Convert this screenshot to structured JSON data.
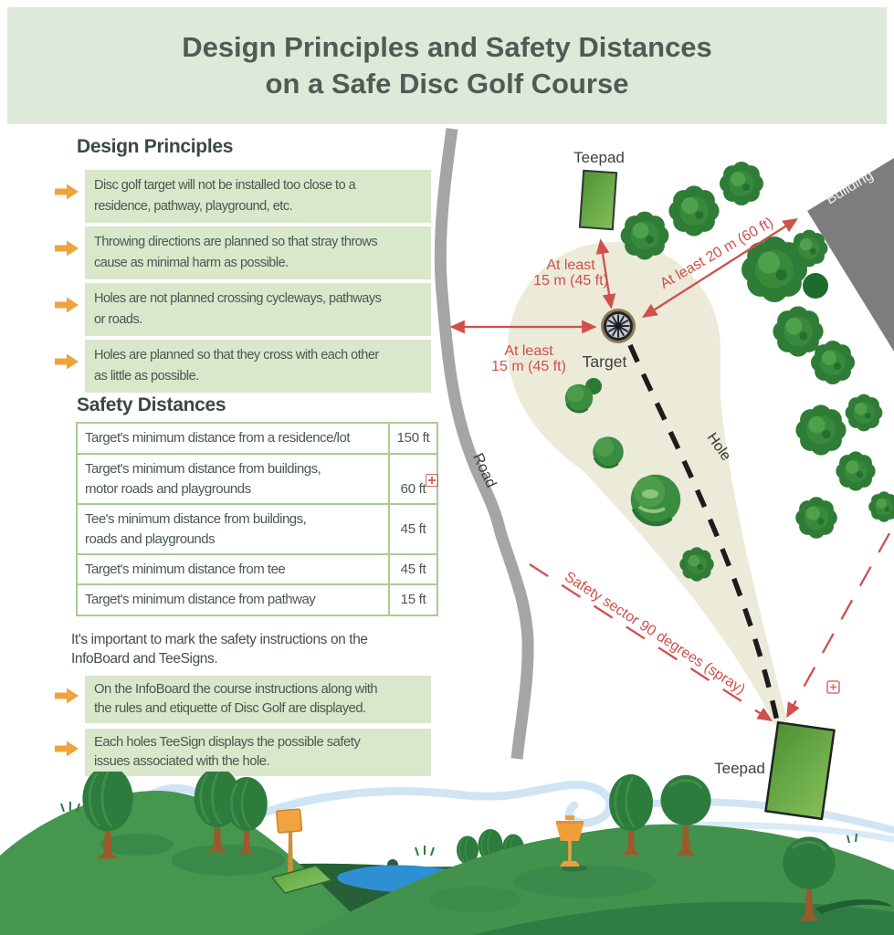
{
  "header": {
    "title": "Design Principles and Safety Distances\non a Safe Disc Golf Course"
  },
  "design_principles": {
    "heading": "Design Principles",
    "items": [
      "Disc golf target will not be installed too close to a\nresidence, pathway, playground, etc.",
      "Throwing directions are planned so that stray throws\ncause as minimal harm as possible.",
      "Holes are not planned crossing cycleways, pathways\nor roads.",
      "Holes are planned so that they cross with each other\nas little as possible."
    ]
  },
  "safety_distances": {
    "heading": "Safety Distances",
    "rows": [
      {
        "label": "Target's minimum distance from a residence/lot",
        "value": "150 ft"
      },
      {
        "label": "Target's minimum distance from buildings,\nmotor roads and playgrounds",
        "value": "60 ft"
      },
      {
        "label": "Tee's minimum distance from buildings,\nroads and playgrounds",
        "value": "45 ft"
      },
      {
        "label": "Target's minimum distance from tee",
        "value": "45 ft"
      },
      {
        "label": "Target's minimum distance from pathway",
        "value": "15 ft"
      }
    ]
  },
  "notes": {
    "paragraph": "It's important to mark the safety instructions on the\nInfoBoard and TeeSigns.",
    "items": [
      "On the InfoBoard the course instructions along with\nthe rules and etiquette of Disc Golf are displayed.",
      "Each holes TeeSign displays the possible safety\nissues associated with the hole."
    ]
  },
  "diagram": {
    "teepad_top": "Teepad",
    "teepad_bottom": "Teepad",
    "target": "Target",
    "road": "Road",
    "building": "Building",
    "hole": "Hole",
    "dist_tee_target": "At least\n15 m (45 ft)",
    "dist_road_target": "At least\n15 m (45 ft)",
    "dist_building": "At least 20 m (60 ft)",
    "safety_sector": "Safety sector 90 degrees (spray)"
  },
  "icons": {
    "bullet_arrow": "right-arrow",
    "annotation_marker": "plus-box"
  },
  "colors": {
    "header_green": "#dfe9da",
    "highlight_green": "#d9e7cb",
    "arrow_orange": "#eda43c",
    "accent_red": "#d0504c",
    "road_gray": "#a7a7a7",
    "building_gray": "#7d7d7d",
    "fairway_beige": "#ecead9"
  }
}
